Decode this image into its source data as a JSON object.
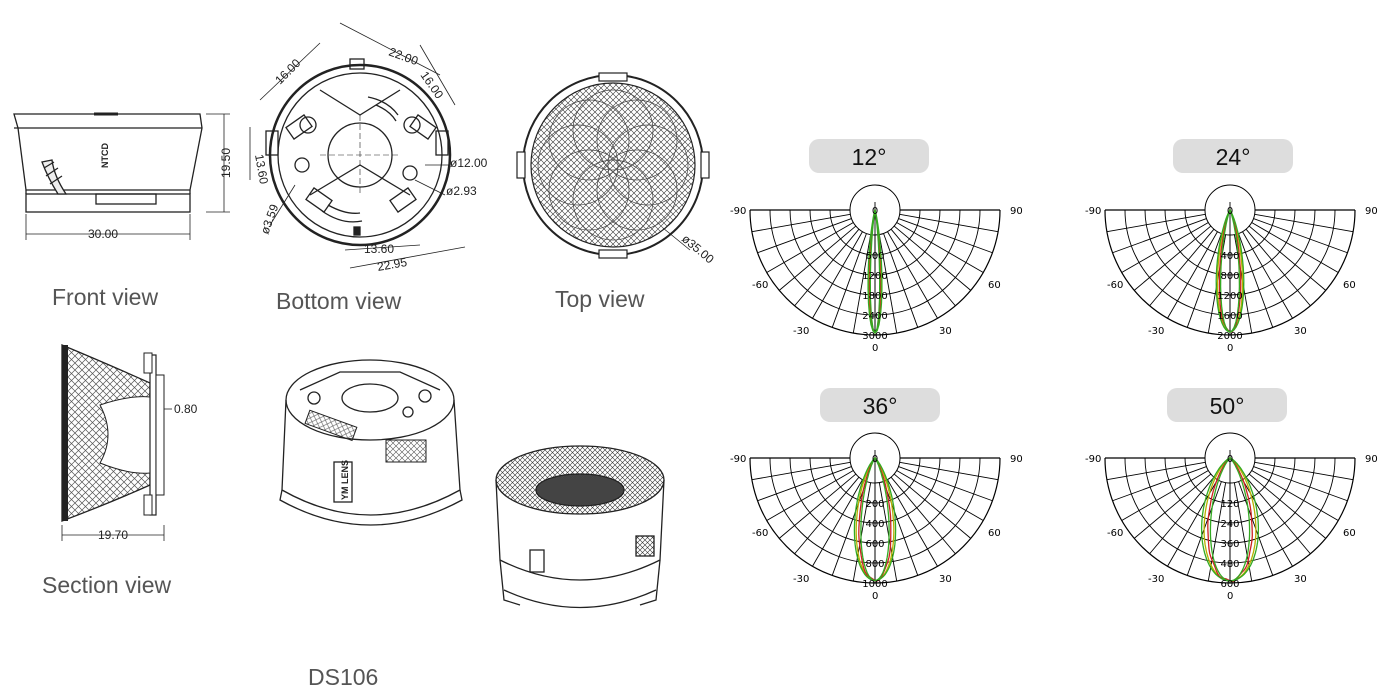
{
  "model": "DS106",
  "views": {
    "front": "Front view",
    "bottom": "Bottom view",
    "top": "Top view",
    "section": "Section view"
  },
  "dimensions": {
    "front_width": "30.00",
    "front_height": "19.50",
    "front_marking": "NTCD",
    "bottom_d1": "16.00",
    "bottom_d2": "22.00",
    "bottom_d3": "16.00",
    "bottom_d4": "13.60",
    "bottom_hole_center": "ø12.00",
    "bottom_hole_small": "ø2.93",
    "bottom_hole_side": "ø3.59",
    "bottom_w1": "13.60",
    "bottom_w2": "22.95",
    "top_diameter": "ø35.00",
    "section_thickness": "0.80",
    "section_width": "19.70"
  },
  "iso_marking": "YM LENS",
  "polar_colors": {
    "green": "#33aa22",
    "yellow": "#b8b000",
    "red": "#cc2222",
    "grid": "#000000"
  },
  "chart_data": [
    {
      "type": "polar",
      "title": "12°",
      "angle_labels": [
        "-90",
        "-60",
        "-30",
        "0",
        "30",
        "60",
        "90"
      ],
      "radial_labels": [
        "0",
        "600",
        "1200",
        "1800",
        "2400",
        "3000"
      ],
      "r_max": 3000,
      "half_angle_deg": 6,
      "peak": 2950
    },
    {
      "type": "polar",
      "title": "24°",
      "angle_labels": [
        "-90",
        "-60",
        "-30",
        "0",
        "30",
        "60",
        "90"
      ],
      "radial_labels": [
        "0",
        "400",
        "800",
        "1200",
        "1600",
        "2000"
      ],
      "r_max": 2000,
      "half_angle_deg": 12,
      "peak": 1950
    },
    {
      "type": "polar",
      "title": "36°",
      "angle_labels": [
        "-90",
        "-60",
        "-30",
        "0",
        "30",
        "60",
        "90"
      ],
      "radial_labels": [
        "0",
        "200",
        "400",
        "600",
        "800",
        "1000"
      ],
      "r_max": 1000,
      "half_angle_deg": 18,
      "peak": 980
    },
    {
      "type": "polar",
      "title": "50°",
      "angle_labels": [
        "-90",
        "-60",
        "-30",
        "0",
        "30",
        "60",
        "90"
      ],
      "radial_labels": [
        "0",
        "120",
        "240",
        "360",
        "480",
        "600"
      ],
      "r_max": 600,
      "half_angle_deg": 25,
      "peak": 590
    }
  ]
}
